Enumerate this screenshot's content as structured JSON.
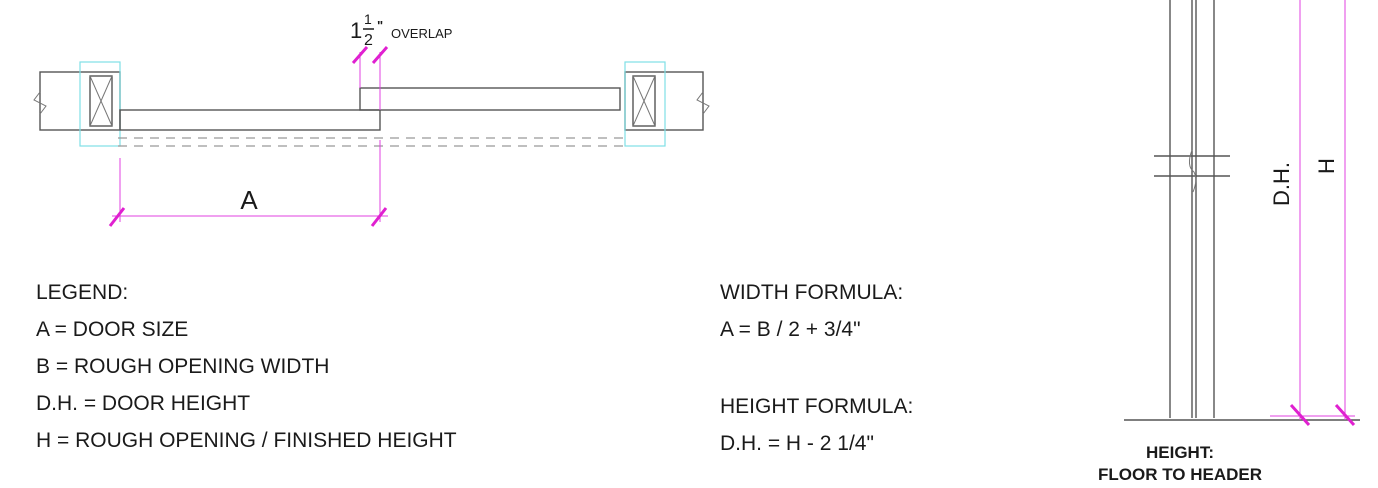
{
  "plan": {
    "overlap_whole": "1",
    "overlap_num": "1",
    "overlap_den": "2",
    "overlap_inch": "\"",
    "overlap_label": "OVERLAP",
    "dim_a": "A"
  },
  "elevation": {
    "dim_dh": "D.H.",
    "dim_h": "H",
    "caption_line1": "HEIGHT:",
    "caption_line2": "FLOOR TO HEADER"
  },
  "legend": {
    "title": "LEGEND:",
    "items": [
      "A = DOOR SIZE",
      "B = ROUGH OPENING WIDTH",
      "D.H. = DOOR HEIGHT",
      "H = ROUGH OPENING / FINISHED HEIGHT"
    ]
  },
  "formulas": {
    "width_title": "WIDTH FORMULA:",
    "width_formula": "A = B / 2 + 3/4\"",
    "height_title": "HEIGHT FORMULA:",
    "height_formula": "D.H. = H - 2 1/4\""
  }
}
